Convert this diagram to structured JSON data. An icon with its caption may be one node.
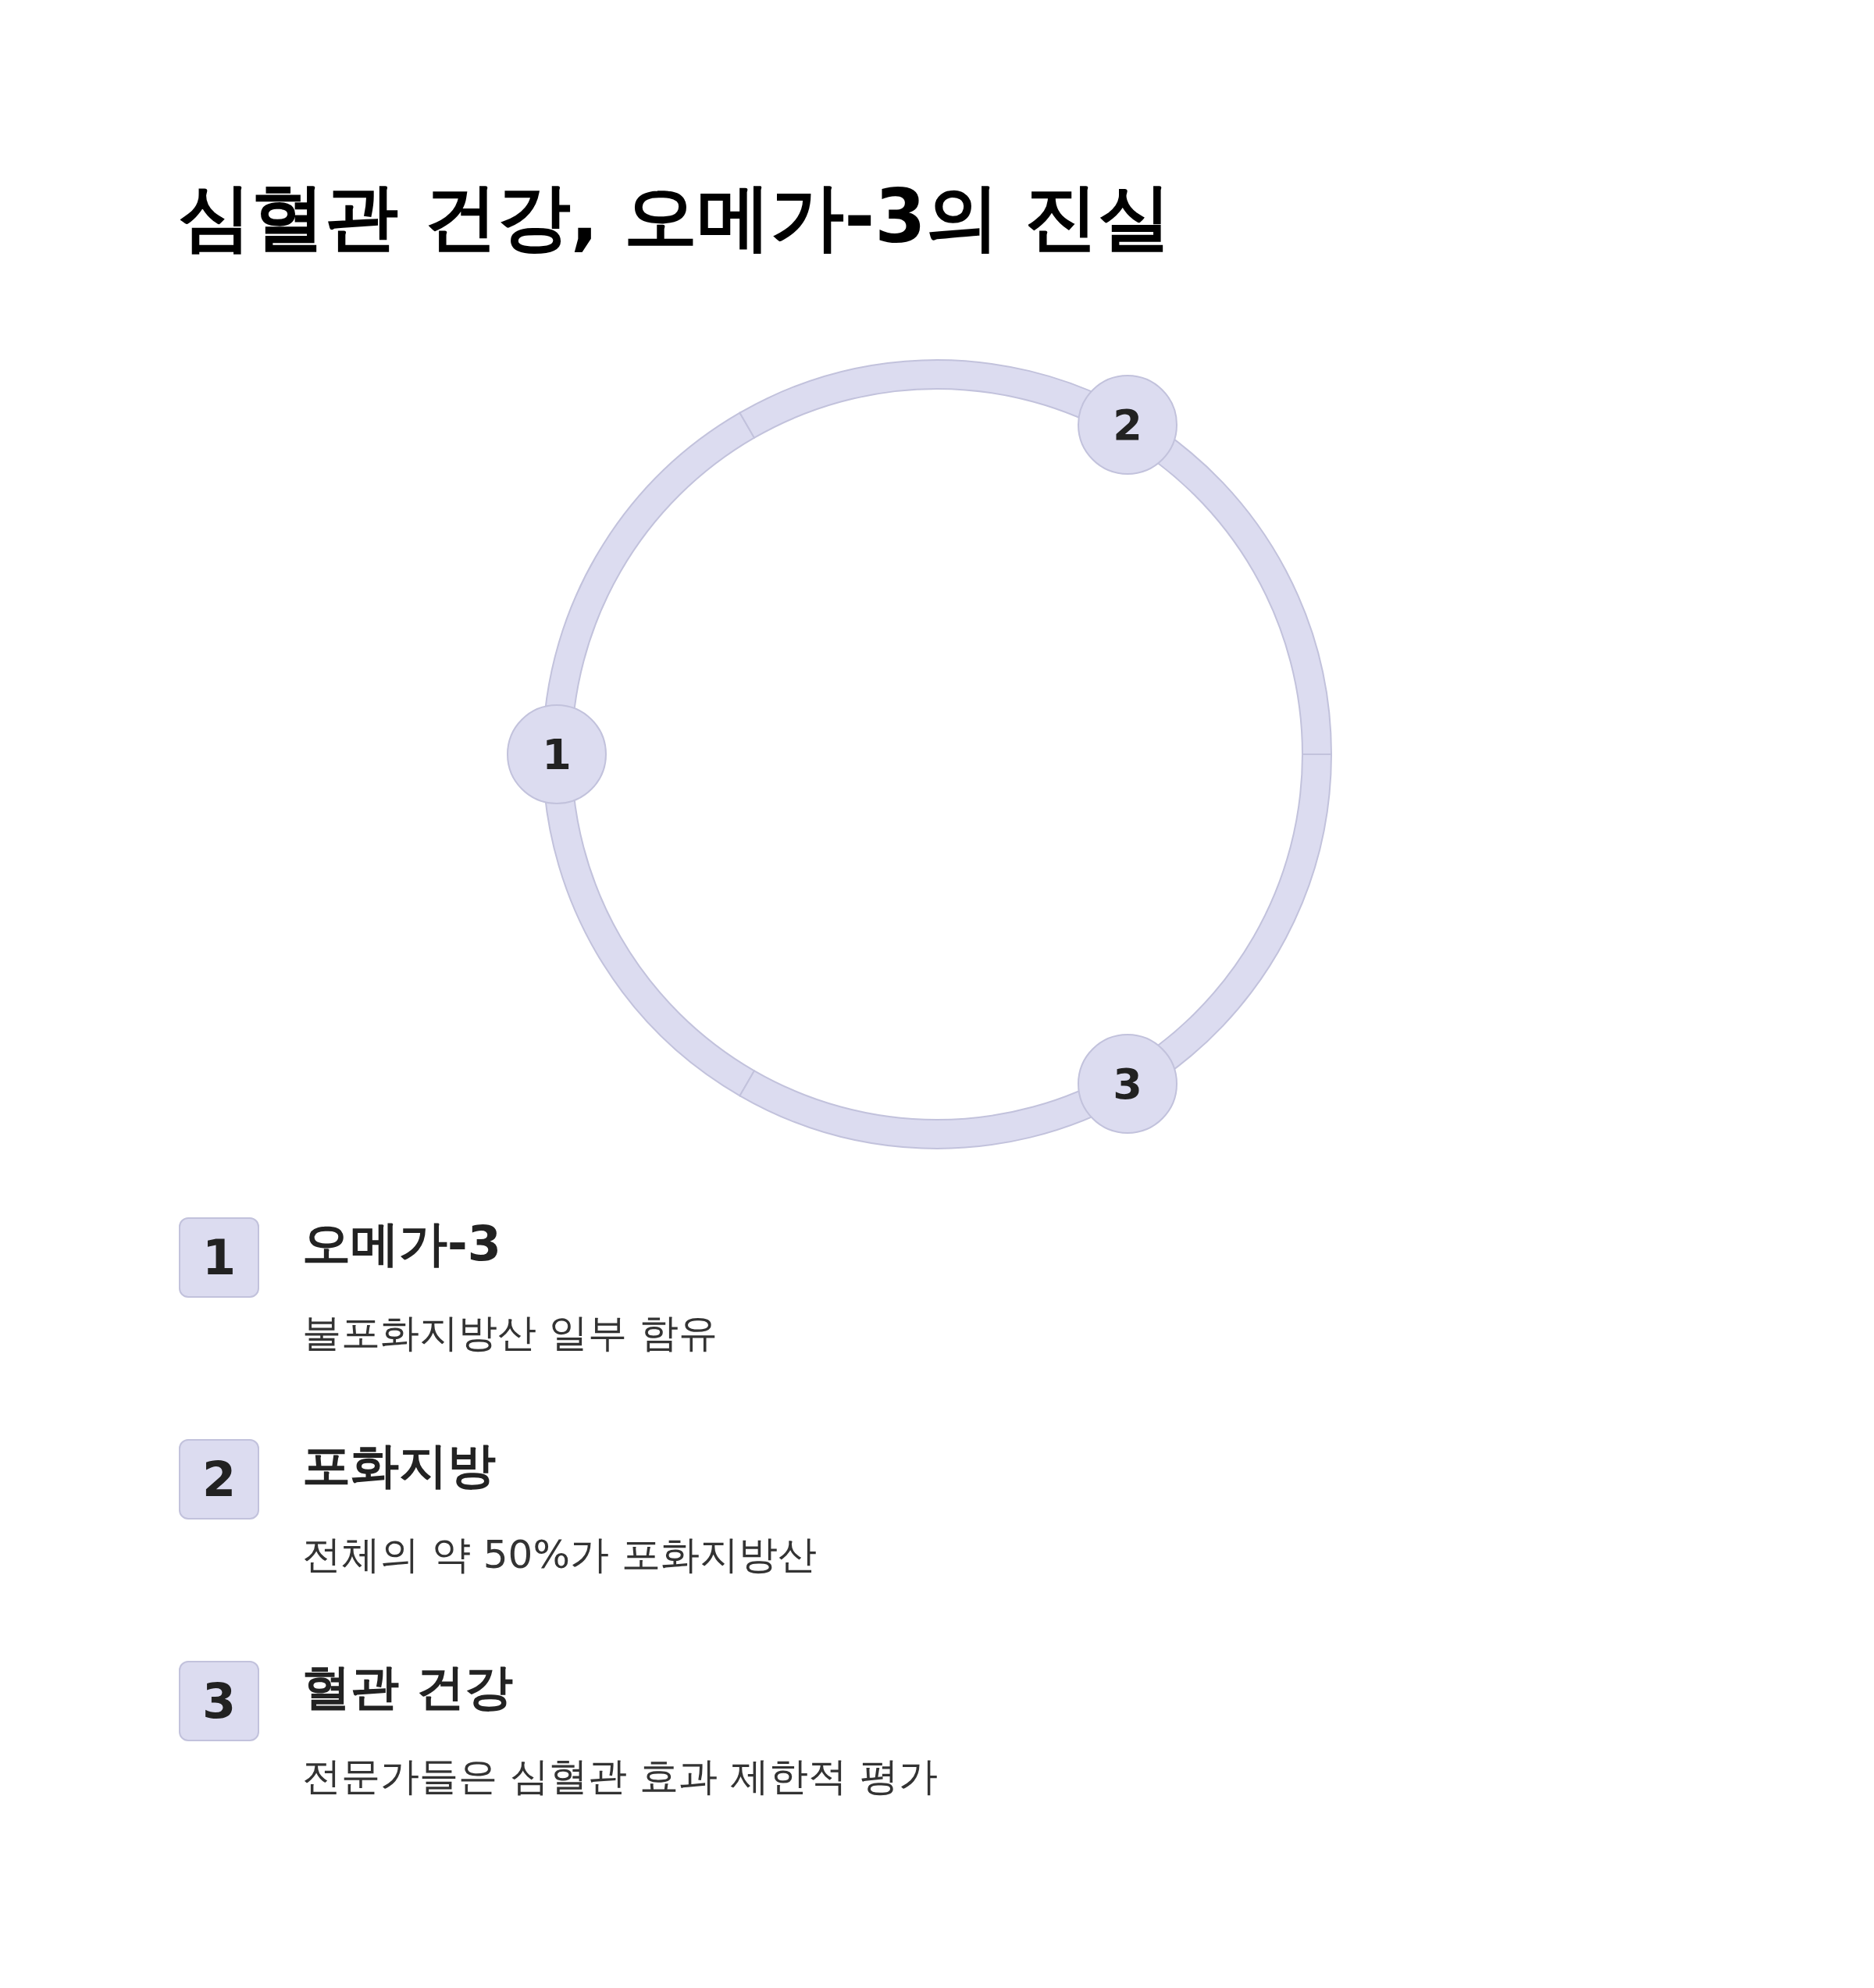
{
  "diagram": {
    "title": "심혈관 건강, 오메가-3의 진실",
    "nodes": [
      {
        "text": [
          "1"
        ]
      },
      {
        "text": [
          "2"
        ]
      },
      {
        "text": [
          "3"
        ]
      },
      {
        "text": [
          "1"
        ],
        "beside": [
          "오메가-3",
          "불포화지방산 일부 함유"
        ]
      },
      {
        "text": [
          "2"
        ],
        "beside": [
          "포화지방",
          "전체의 약 50%가 포화지방산"
        ]
      },
      {
        "text": [
          "3"
        ],
        "beside": [
          "혈관 건강",
          "전문가들은 심혈관 효과 제한적 평가"
        ]
      }
    ],
    "edges": []
  }
}
